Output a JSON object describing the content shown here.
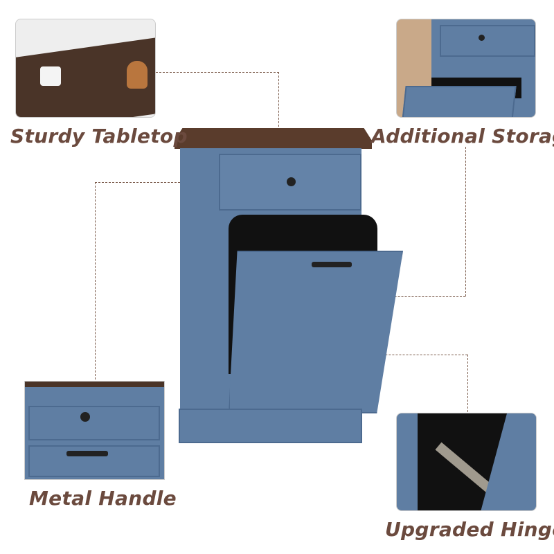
{
  "labels": {
    "tabletop": "Sturdy Tabletop",
    "storage": "Additional Storage",
    "handle": "Metal Handle",
    "hinges": "Upgraded Hinges"
  },
  "colors": {
    "label": "#6b4a3e",
    "cabinet": "#5f7ea3",
    "wood": "#5a3c2c"
  }
}
